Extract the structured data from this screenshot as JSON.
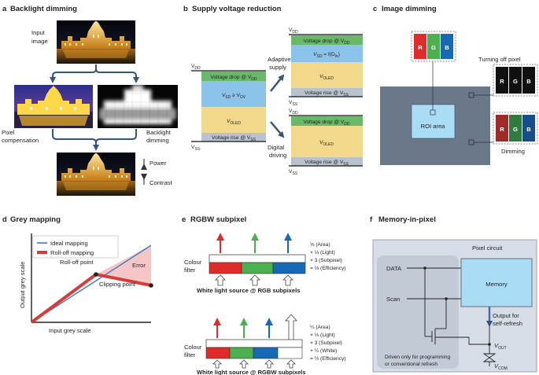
{
  "colors": {
    "arrow_blue": "#36547a",
    "green_layer": "#6ab86a",
    "blue_layer": "#8cc3ea",
    "yellow_layer": "#f1d88a",
    "grey_layer": "#b9c3cf",
    "panel_grey": "#6a7889",
    "roi_blue": "#a9dcf5",
    "subpixel_red": "#e02b2b",
    "subpixel_green": "#4caf50",
    "subpixel_blue": "#1769b5",
    "dim_red": "#9e2a2a",
    "dim_green": "#2f7a3c",
    "dim_blue": "#164d8a",
    "error_fill": "#f6c6c6",
    "mem_bg": "#d7dde7",
    "mem_inner": "#c2cad6",
    "memory_box": "#a9dcf5"
  },
  "panel_a": {
    "letter": "a",
    "title": "Backlight dimming",
    "input_image": [
      "Input",
      "image"
    ],
    "pixel_compensation": [
      "Pixel",
      "compensation"
    ],
    "backlight_dimming": [
      "Backlight",
      "dimming"
    ],
    "power": "Power",
    "contrast": "Contrast",
    "power_icon": "down-arrow-icon",
    "contrast_icon": "up-arrow-icon"
  },
  "panel_b": {
    "letter": "b",
    "title": "Supply voltage reduction",
    "vdd": "V",
    "vdd_sub": "DD",
    "vss": "V",
    "vss_sub": "SS",
    "left_stack": {
      "drop": "Voltage drop @ V",
      "drop_sub": "DD",
      "vsd": "V",
      "vsd_sub": "SD",
      "vsd_rel": " ≥ V",
      "vsd_rel_sub": "OV",
      "oled": "V",
      "oled_sub": "OLED",
      "rise": "Voltage rise @ V",
      "rise_sub": "SS"
    },
    "top_stack": {
      "drop": "Voltage drop @ V",
      "drop_sub": "DD",
      "vsd": "V",
      "vsd_sub": "SD",
      "vsd_fn": " = f(D",
      "vsd_fn_sub": "in",
      "vsd_close": ")",
      "oled": "V",
      "oled_sub": "OLED",
      "rise": "Voltage rise @ V",
      "rise_sub": "SS"
    },
    "bottom_stack": {
      "drop": "Voltage drop @ V",
      "drop_sub": "DD",
      "oled": "V",
      "oled_sub": "OLED",
      "rise": "Voltage rise @ V",
      "rise_sub": "SS"
    },
    "adaptive_supply": [
      "Adaptive",
      "supply"
    ],
    "digital_driving": [
      "Digital",
      "driving"
    ]
  },
  "panel_c": {
    "letter": "c",
    "title": "Image dimming",
    "roi": "ROI area",
    "turning_off": "Turning off pixel",
    "dimming": "Dimming",
    "r": "R",
    "g": "G",
    "b": "B"
  },
  "panel_d": {
    "letter": "d",
    "title": "Grey mapping",
    "legend": [
      "Ideal mapping",
      "Roll-off mapping"
    ],
    "rolloff_point": "Roll-off point",
    "clipping_point": "Clipping point",
    "error": "Error",
    "xlabel": "Input grey scale",
    "ylabel": "Output grey scale"
  },
  "panel_e": {
    "letter": "e",
    "title": "RGBW subpixel",
    "filter_label": [
      "Colour",
      "filter"
    ],
    "rgb_source": "White light source @ RGB subpixels",
    "rgbw_source": "White light source @ RGBW subpixels",
    "rgb_calc": [
      "⅓ (Area)",
      "× ⅓ (Light)",
      "× 3 (Subpixel)",
      "= ⅓ (Efficiency)"
    ],
    "rgbw_calc": [
      "¼ (Area)",
      "× ⅓ (Light)",
      "× 3 (Subpixel)",
      "+ ¼ (White)",
      "= ½ (Efficiency)"
    ]
  },
  "panel_f": {
    "letter": "f",
    "title": "Memory-in-pixel",
    "pixel_circuit": "Pixel circuit",
    "data": "DATA",
    "scan": "Scan",
    "memory": "Memory",
    "output": [
      "Output for",
      "self-refresh"
    ],
    "vout": "V",
    "vout_sub": "OUT",
    "vcom": "V",
    "vcom_sub": "COM",
    "driven": [
      "Driven only for programming",
      "or conventional refresh"
    ]
  }
}
